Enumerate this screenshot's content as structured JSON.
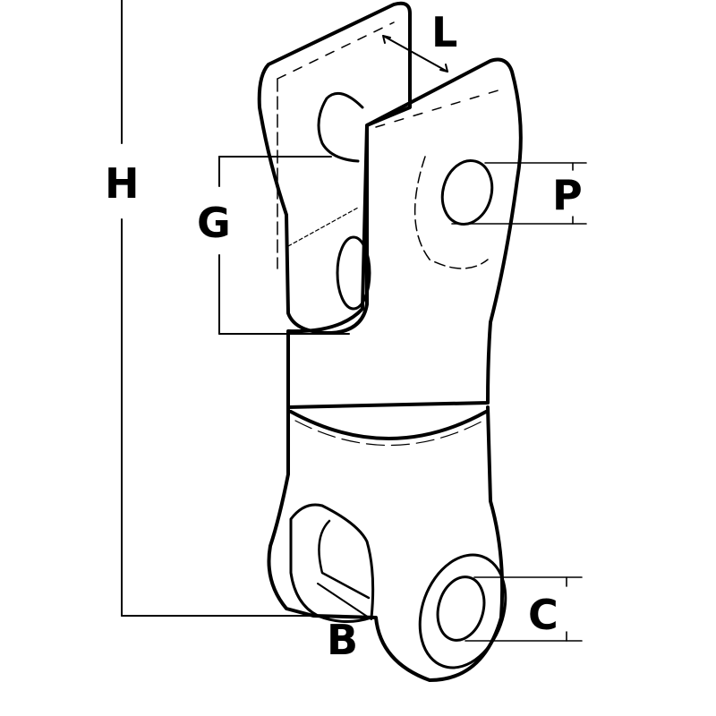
{
  "diagram": {
    "subject": "swivel connector",
    "stroke_color": "#000000",
    "background": "#ffffff",
    "dimension_labels": {
      "H": "H",
      "G": "G",
      "L": "L",
      "P": "P",
      "B": "B",
      "C": "C"
    }
  }
}
